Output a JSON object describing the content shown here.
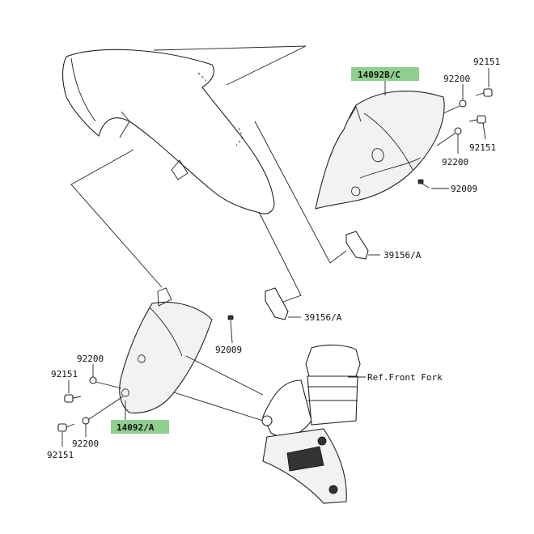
{
  "labels": {
    "fender_rear_part": "14092B/C",
    "fender_front_part": "14092/A",
    "bolt_top_right_1": "92151",
    "bolt_top_right_2": "92151",
    "bolt_left_1": "92151",
    "bolt_left_2": "92151",
    "washer_top_right_1": "92200",
    "washer_top_right_2": "92200",
    "washer_left_1": "92200",
    "washer_left_2": "92200",
    "screw_right": "92009",
    "screw_center": "92009",
    "clip_upper": "39156/A",
    "clip_lower": "39156/A",
    "reference": "Ref.Front Fork"
  },
  "colors": {
    "badge": "#8fd08f",
    "line": "#222222"
  }
}
